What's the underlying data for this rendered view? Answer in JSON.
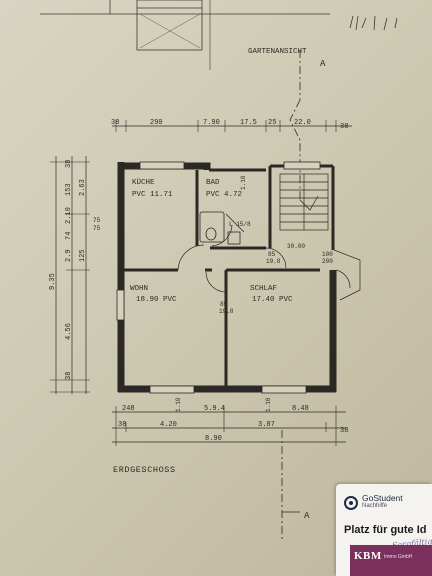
{
  "plan": {
    "view_label": "GARTENANSICHT",
    "section_marker_top": "A",
    "section_marker_bottom": "A",
    "floor_label": "ERDGESCHOSS",
    "rooms": {
      "kueche": {
        "name": "KÜCHE",
        "area": "PVC 11.71"
      },
      "bad": {
        "name": "BAD",
        "area": "PVC 4.72"
      },
      "wohn": {
        "name": "WOHN",
        "area": "18.90 PVC"
      },
      "schlaf": {
        "name": "SCHLAF",
        "area": "17.40 PVC"
      }
    },
    "door_labels": {
      "d_small": "L 15/8",
      "d_flur": "85",
      "d_flur_h": "19.8",
      "d_stair_w": "100",
      "d_stair_h": "200",
      "d_stair_val": "30.00",
      "d_wohn": "85",
      "d_wohn_h": "19.8",
      "d_kw1": "75",
      "d_kw2": "75"
    },
    "dims_top": [
      "38",
      "290",
      "7.90",
      "17.5",
      "25",
      "22.0",
      "38"
    ],
    "dims_left": [
      "38",
      "2.63",
      "153",
      "2.10",
      "74",
      "2.9",
      "125",
      "9.35",
      "4.56",
      "38"
    ],
    "dims_bottom_row1": [
      "248",
      "5.9.4",
      "8.48"
    ],
    "dims_bottom_row2": [
      "38",
      "4.20",
      "3.87",
      "38"
    ],
    "dims_bottom_total": "8.90",
    "window_labels": [
      "1.10",
      "1.10",
      "1.10"
    ]
  },
  "card": {
    "brand": "GoStudent",
    "brand_sub": "Nachhilfe",
    "headline": "Platz für gute Id",
    "script_text": "Sorgfältig",
    "badge": "KBM",
    "badge_sub": "Immo GmbH"
  }
}
